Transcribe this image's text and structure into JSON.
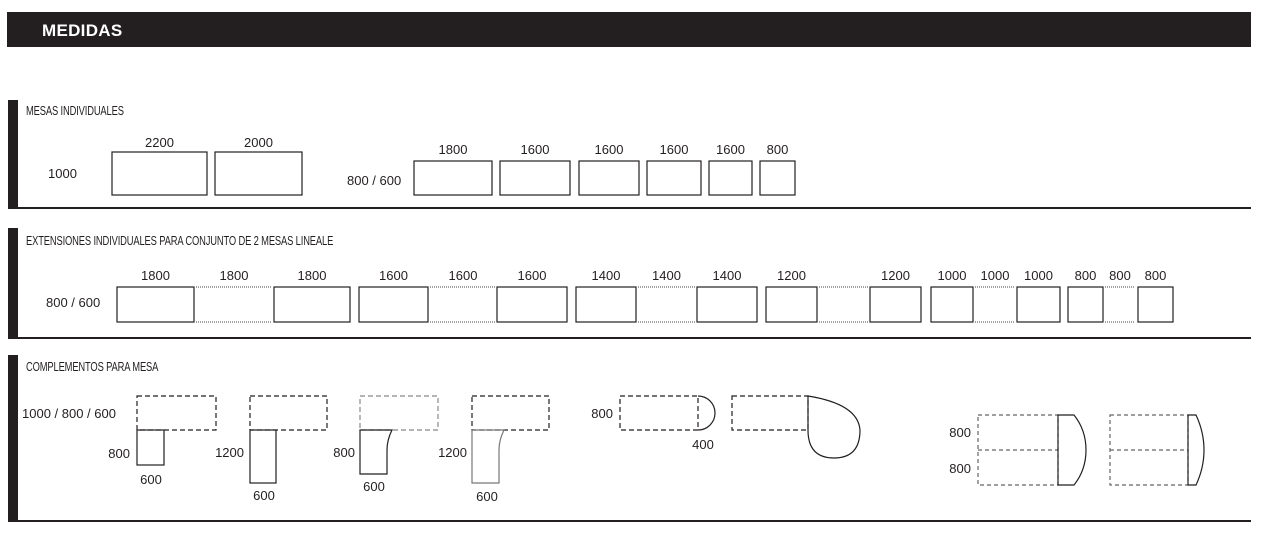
{
  "header": {
    "title": "MEDIDAS"
  },
  "sections": [
    {
      "title": "MESAS INDIVIDUALES",
      "depth_labels": [
        "1000",
        "800 / 600"
      ],
      "widths_group1": [
        "2200",
        "2000"
      ],
      "widths_group2": [
        "1800",
        "1600",
        "1600",
        "1600",
        "1600",
        "800"
      ]
    },
    {
      "title": "EXTENSIONES INDIVIDUALES PARA CONJUNTO DE 2 MESAS LINEALE",
      "depth_label": "800 / 600",
      "widths": [
        "1800",
        "1800",
        "1800",
        "1600",
        "1600",
        "1600",
        "1400",
        "1400",
        "1400",
        "1200",
        "1200",
        "1000",
        "1000",
        "1000",
        "800",
        "800",
        "800"
      ]
    },
    {
      "title": "COMPLEMENTOS PARA MESA",
      "labels": {
        "top_depth": "1000 / 800 / 600",
        "c1_len": "800",
        "c1_w": "600",
        "c2_len": "1200",
        "c2_w": "600",
        "c3_len": "800",
        "c3_w": "600",
        "c4_len": "1200",
        "c4_w": "600",
        "semi_depth": "800",
        "semi_r": "400",
        "end_depth_a": "800",
        "end_depth_b": "800"
      }
    }
  ]
}
